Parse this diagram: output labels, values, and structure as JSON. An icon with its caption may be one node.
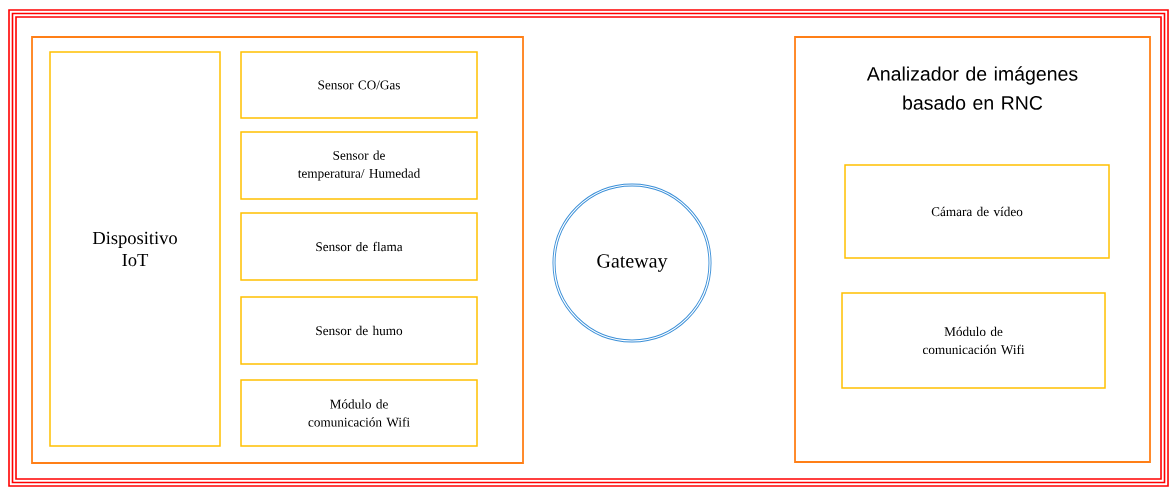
{
  "diagram": {
    "nodes": [
      {
        "text": [],
        "shape": "box"
      },
      {
        "text": [
          "Dispositivo IoT"
        ],
        "in": 0
      },
      {
        "text": [
          "Sensor CO/Gas"
        ],
        "in": 0
      },
      {
        "text": [
          "Sensor de temperatura/ Humedad"
        ],
        "in": 0
      },
      {
        "text": [
          "Sensor de flama"
        ],
        "in": 0
      },
      {
        "text": [
          "Sensor de humo"
        ],
        "in": 0
      },
      {
        "text": [
          "Módulo de comunicación Wifi"
        ],
        "in": 0
      },
      {
        "text": [
          "Gateway"
        ]
      },
      {
        "text": [
          "Analizador de imágenes basado en RNC"
        ]
      },
      {
        "text": [
          "Cámara de vídeo"
        ],
        "in": 8
      },
      {
        "text": [
          "Módulo de comunicación Wifi"
        ],
        "in": 8
      }
    ]
  }
}
